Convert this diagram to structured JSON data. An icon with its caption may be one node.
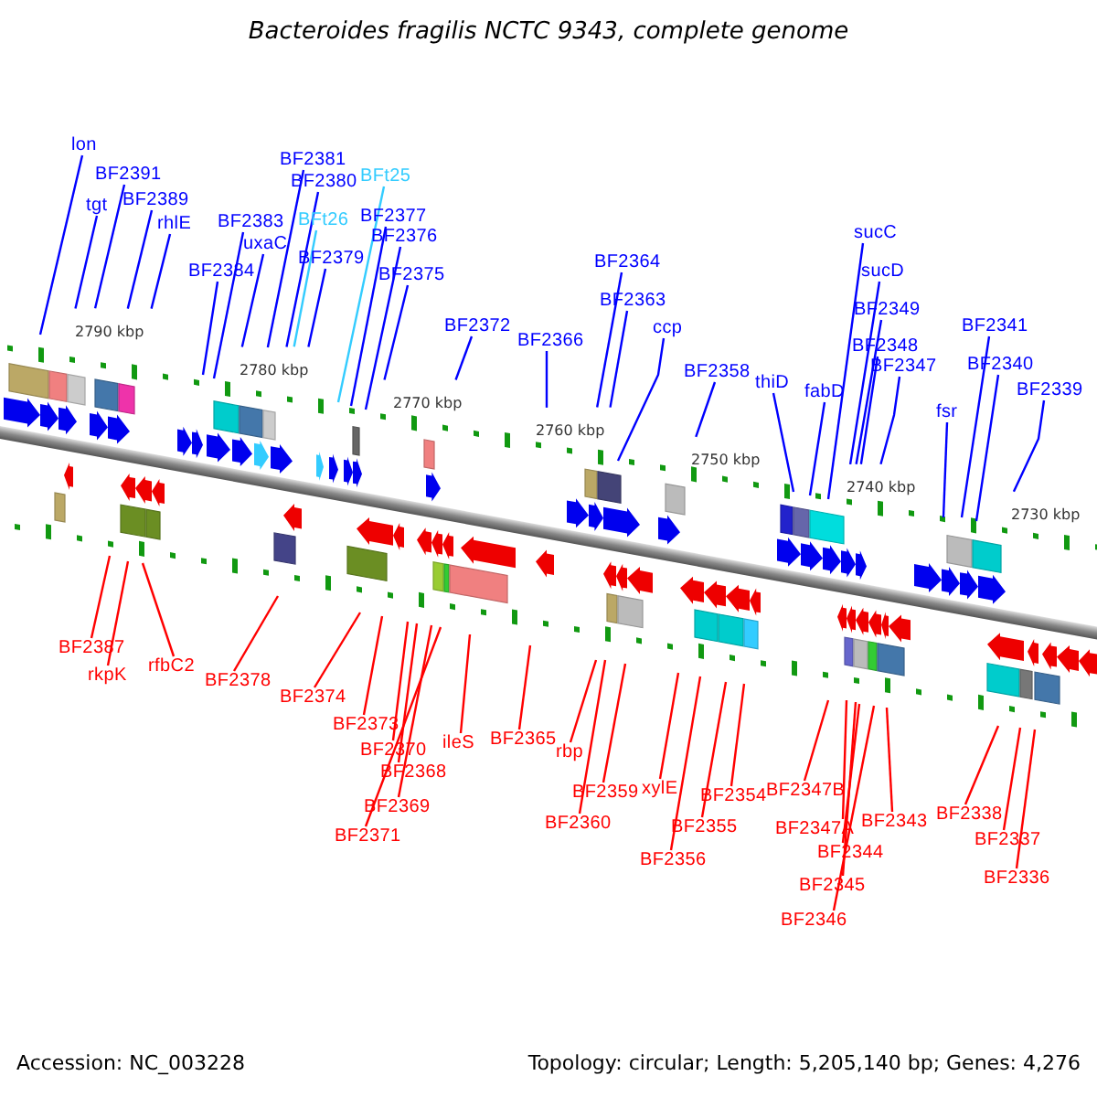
{
  "diagram": {
    "title": "Bacteroides fragilis NCTC 9343, complete genome",
    "nodes": [
      {
        "text": [
          "lon"
        ]
      },
      {
        "text": [
          "BF2391"
        ]
      },
      {
        "text": [
          "tgt"
        ]
      },
      {
        "text": [
          "BF2389"
        ]
      },
      {
        "text": [
          "rhlE"
        ]
      },
      {
        "text": [
          "BF2383"
        ]
      },
      {
        "text": [
          "uxaC"
        ]
      },
      {
        "text": [
          "BF2384"
        ]
      },
      {
        "text": [
          "BF2381"
        ]
      },
      {
        "text": [
          "BF2380"
        ]
      },
      {
        "text": [
          "BFt26"
        ]
      },
      {
        "text": [
          "BF2379"
        ]
      },
      {
        "text": [
          "BFt25"
        ]
      },
      {
        "text": [
          "BF2377"
        ]
      },
      {
        "text": [
          "BF2376"
        ]
      },
      {
        "text": [
          "BF2375"
        ]
      },
      {
        "text": [
          "BF2372"
        ]
      },
      {
        "text": [
          "BF2366"
        ]
      },
      {
        "text": [
          "BF2364"
        ]
      },
      {
        "text": [
          "BF2363"
        ]
      },
      {
        "text": [
          "ccp"
        ]
      },
      {
        "text": [
          "BF2358"
        ]
      },
      {
        "text": [
          "thiD"
        ]
      },
      {
        "text": [
          "fabD"
        ]
      },
      {
        "text": [
          "sucC"
        ]
      },
      {
        "text": [
          "sucD"
        ]
      },
      {
        "text": [
          "BF2349"
        ]
      },
      {
        "text": [
          "BF2348"
        ]
      },
      {
        "text": [
          "BF2347"
        ]
      },
      {
        "text": [
          "fsr"
        ]
      },
      {
        "text": [
          "BF2341"
        ]
      },
      {
        "text": [
          "BF2340"
        ]
      },
      {
        "text": [
          "BF2339"
        ]
      },
      {
        "text": [
          "BF2387"
        ]
      },
      {
        "text": [
          "rkpK"
        ]
      },
      {
        "text": [
          "rfbC2"
        ]
      },
      {
        "text": [
          "BF2378"
        ]
      },
      {
        "text": [
          "BF2374"
        ]
      },
      {
        "text": [
          "BF2373"
        ]
      },
      {
        "text": [
          "BF2370"
        ]
      },
      {
        "text": [
          "ileS"
        ]
      },
      {
        "text": [
          "BF2368"
        ]
      },
      {
        "text": [
          "BF2369"
        ]
      },
      {
        "text": [
          "BF2371"
        ]
      },
      {
        "text": [
          "BF2365"
        ]
      },
      {
        "text": [
          "rbp"
        ]
      },
      {
        "text": [
          "BF2359"
        ]
      },
      {
        "text": [
          "BF2360"
        ]
      },
      {
        "text": [
          "xylE"
        ]
      },
      {
        "text": [
          "BF2356"
        ]
      },
      {
        "text": [
          "BF2355"
        ]
      },
      {
        "text": [
          "BF2354"
        ]
      },
      {
        "text": [
          "BF2347B"
        ]
      },
      {
        "text": [
          "BF2347A"
        ]
      },
      {
        "text": [
          "BF2344"
        ]
      },
      {
        "text": [
          "BF2345"
        ]
      },
      {
        "text": [
          "BF2346"
        ]
      },
      {
        "text": [
          "BF2343"
        ]
      },
      {
        "text": [
          "BF2338"
        ]
      },
      {
        "text": [
          "BF2337"
        ]
      },
      {
        "text": [
          "BF2336"
        ]
      }
    ],
    "edges": [
      {
        "from": 0,
        "to": null,
        "arrow": "none"
      },
      {
        "from": 1,
        "to": null,
        "arrow": "none"
      },
      {
        "from": 2,
        "to": null,
        "arrow": "none"
      },
      {
        "from": 3,
        "to": null,
        "arrow": "none"
      },
      {
        "from": 4,
        "to": null,
        "arrow": "none"
      },
      {
        "from": 5,
        "to": null,
        "arrow": "none"
      },
      {
        "from": 6,
        "to": null,
        "arrow": "none"
      },
      {
        "from": 7,
        "to": null,
        "arrow": "none"
      },
      {
        "from": 8,
        "to": null,
        "arrow": "none"
      },
      {
        "from": 9,
        "to": null,
        "arrow": "none"
      },
      {
        "from": 10,
        "to": null,
        "arrow": "none",
        "color": "#33ccff"
      },
      {
        "from": 11,
        "to": null,
        "arrow": "none"
      },
      {
        "from": 12,
        "to": null,
        "arrow": "none",
        "color": "#33ccff"
      },
      {
        "from": 13,
        "to": null,
        "arrow": "none"
      },
      {
        "from": 14,
        "to": null,
        "arrow": "none"
      },
      {
        "from": 15,
        "to": null,
        "arrow": "none"
      },
      {
        "from": 16,
        "to": null,
        "arrow": "none"
      },
      {
        "from": 17,
        "to": null,
        "arrow": "none"
      },
      {
        "from": 18,
        "to": null,
        "arrow": "none"
      },
      {
        "from": 19,
        "to": null,
        "arrow": "none"
      },
      {
        "from": 20,
        "to": null,
        "arrow": "none"
      },
      {
        "from": 21,
        "to": null,
        "arrow": "none"
      },
      {
        "from": 22,
        "to": null,
        "arrow": "none"
      },
      {
        "from": 23,
        "to": null,
        "arrow": "none"
      },
      {
        "from": 24,
        "to": null,
        "arrow": "none"
      },
      {
        "from": 25,
        "to": null,
        "arrow": "none"
      },
      {
        "from": 26,
        "to": null,
        "arrow": "none"
      },
      {
        "from": 27,
        "to": null,
        "arrow": "none"
      },
      {
        "from": 28,
        "to": null,
        "arrow": "none"
      },
      {
        "from": 29,
        "to": null,
        "arrow": "none"
      },
      {
        "from": 30,
        "to": null,
        "arrow": "none"
      },
      {
        "from": 31,
        "to": null,
        "arrow": "none"
      },
      {
        "from": 32,
        "to": null,
        "arrow": "none"
      },
      {
        "from": 33,
        "to": null,
        "arrow": "none",
        "color": "#ff0000"
      },
      {
        "from": 34,
        "to": null,
        "arrow": "none",
        "color": "#ff0000"
      },
      {
        "from": 35,
        "to": null,
        "arrow": "none",
        "color": "#ff0000"
      },
      {
        "from": 36,
        "to": null,
        "arrow": "none",
        "color": "#ff0000"
      },
      {
        "from": 37,
        "to": null,
        "arrow": "none",
        "color": "#ff0000"
      },
      {
        "from": 38,
        "to": null,
        "arrow": "none",
        "color": "#ff0000"
      },
      {
        "from": 39,
        "to": null,
        "arrow": "none",
        "color": "#ff0000"
      },
      {
        "from": 40,
        "to": null,
        "arrow": "none",
        "color": "#ff0000"
      },
      {
        "from": 41,
        "to": null,
        "arrow": "none",
        "color": "#ff0000"
      },
      {
        "from": 42,
        "to": null,
        "arrow": "none",
        "color": "#ff0000"
      },
      {
        "from": 43,
        "to": null,
        "arrow": "none",
        "color": "#ff0000"
      },
      {
        "from": 44,
        "to": null,
        "arrow": "none",
        "color": "#ff0000"
      },
      {
        "from": 45,
        "to": null,
        "arrow": "none",
        "color": "#ff0000"
      },
      {
        "from": 46,
        "to": null,
        "arrow": "none",
        "color": "#ff0000"
      },
      {
        "from": 47,
        "to": null,
        "arrow": "none",
        "color": "#ff0000"
      },
      {
        "from": 48,
        "to": null,
        "arrow": "none",
        "color": "#ff0000"
      },
      {
        "from": 49,
        "to": null,
        "arrow": "none",
        "color": "#ff0000"
      },
      {
        "from": 50,
        "to": null,
        "arrow": "none",
        "color": "#ff0000"
      },
      {
        "from": 51,
        "to": null,
        "arrow": "none",
        "color": "#ff0000"
      },
      {
        "from": 52,
        "to": null,
        "arrow": "none",
        "color": "#ff0000"
      },
      {
        "from": 53,
        "to": null,
        "arrow": "none",
        "color": "#ff0000"
      },
      {
        "from": 54,
        "to": null,
        "arrow": "none",
        "color": "#ff0000"
      },
      {
        "from": 55,
        "to": null,
        "arrow": "none",
        "color": "#ff0000"
      },
      {
        "from": 56,
        "to": null,
        "arrow": "none",
        "color": "#ff0000"
      },
      {
        "from": 57,
        "to": null,
        "arrow": "none",
        "color": "#ff0000"
      },
      {
        "from": 58,
        "to": null,
        "arrow": "none",
        "color": "#ff0000"
      },
      {
        "from": 59,
        "to": null,
        "arrow": "none",
        "color": "#ff0000"
      },
      {
        "from": 60,
        "to": null,
        "arrow": "none",
        "color": "#ff0000"
      }
    ],
    "labels": [
      "2790 kbp",
      "2780 kbp",
      "2770 kbp",
      "2760 kbp",
      "2750 kbp",
      "2740 kbp",
      "2730 kbp",
      "Accession: NC_003228",
      "Topology: circular; Length: 5,205,140 bp; Genes: 4,276"
    ]
  }
}
